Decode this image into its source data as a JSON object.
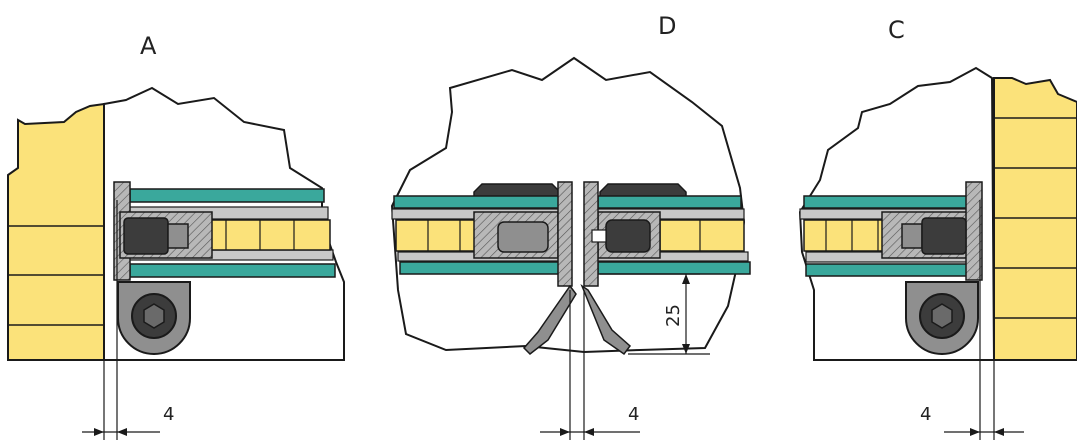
{
  "views": [
    {
      "id": "A",
      "label": "A",
      "gap_dimension": "4"
    },
    {
      "id": "D",
      "label": "D",
      "gap_dimension": "4",
      "vertical_dimension": "25"
    },
    {
      "id": "C",
      "label": "C",
      "gap_dimension": "4"
    }
  ],
  "colors": {
    "outline": "#1a1a1a",
    "yellow": "#fbe27a",
    "yellow_dark": "#e8c846",
    "teal": "#3aa89c",
    "grey": "#8f8f8f",
    "grey_light": "#c8c8c8",
    "dark": "#3c3c3c",
    "white": "#ffffff"
  }
}
